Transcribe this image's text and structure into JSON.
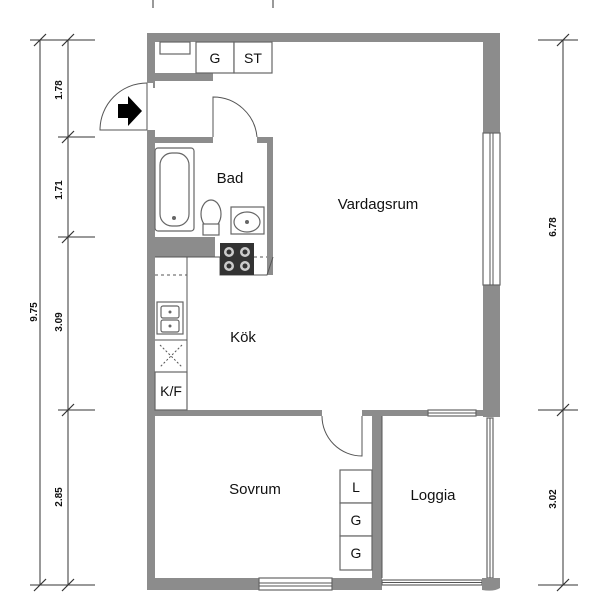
{
  "rooms": {
    "bad": "Bad",
    "vardagsrum": "Vardagsrum",
    "kok": "Kök",
    "sovrum": "Sovrum",
    "loggia": "Loggia"
  },
  "storage": {
    "g_top": "G",
    "st_top": "ST",
    "kf": "K/F",
    "l": "L",
    "g1": "G",
    "g2": "G"
  },
  "dimensions": {
    "left_total": "9.75",
    "left_1": "1.78",
    "left_2": "1.71",
    "left_3": "3.09",
    "left_4": "2.85",
    "right_upper": "6.78",
    "right_lower": "3.02"
  },
  "colors": {
    "wall": "#8c8c8c",
    "stove": "#333333",
    "entrance_arrow": "#000000"
  }
}
